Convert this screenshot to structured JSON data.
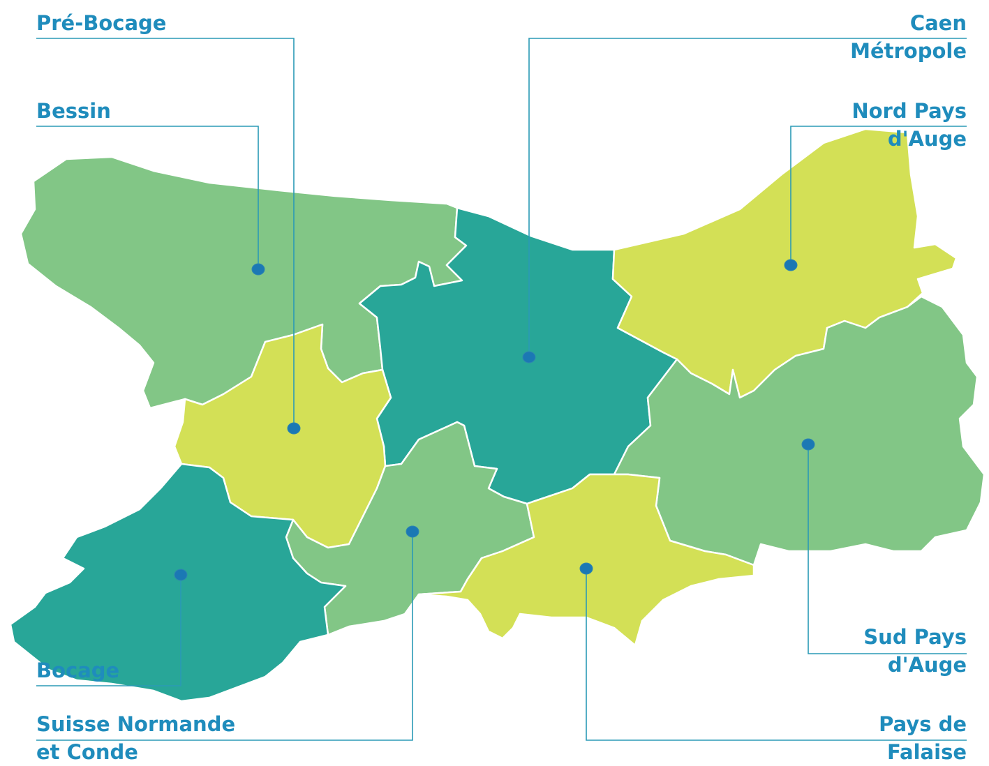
{
  "colors": {
    "teal": "#28a698",
    "green": "#82c686",
    "yellow": "#d3e056",
    "accent": "#1f8cbc",
    "marker": "#1b78b4"
  },
  "regions": [
    {
      "id": "bessin",
      "lines": [
        "Bessin"
      ],
      "color_key": "green"
    },
    {
      "id": "pre-bocage",
      "lines": [
        "Pré-Bocage"
      ],
      "color_key": "yellow"
    },
    {
      "id": "bocage",
      "lines": [
        "Bocage"
      ],
      "color_key": "teal"
    },
    {
      "id": "suisse-normande",
      "lines": [
        "Suisse Normande",
        "et Conde"
      ],
      "color_key": "green"
    },
    {
      "id": "caen-metropole",
      "lines": [
        "Caen",
        "Métropole"
      ],
      "color_key": "teal"
    },
    {
      "id": "nord-pays-auge",
      "lines": [
        "Nord Pays",
        "d'Auge"
      ],
      "color_key": "yellow"
    },
    {
      "id": "sud-pays-auge",
      "lines": [
        "Sud Pays",
        "d'Auge"
      ],
      "color_key": "green"
    },
    {
      "id": "pays-falaise",
      "lines": [
        "Pays de",
        "Falaise"
      ],
      "color_key": "yellow"
    }
  ]
}
